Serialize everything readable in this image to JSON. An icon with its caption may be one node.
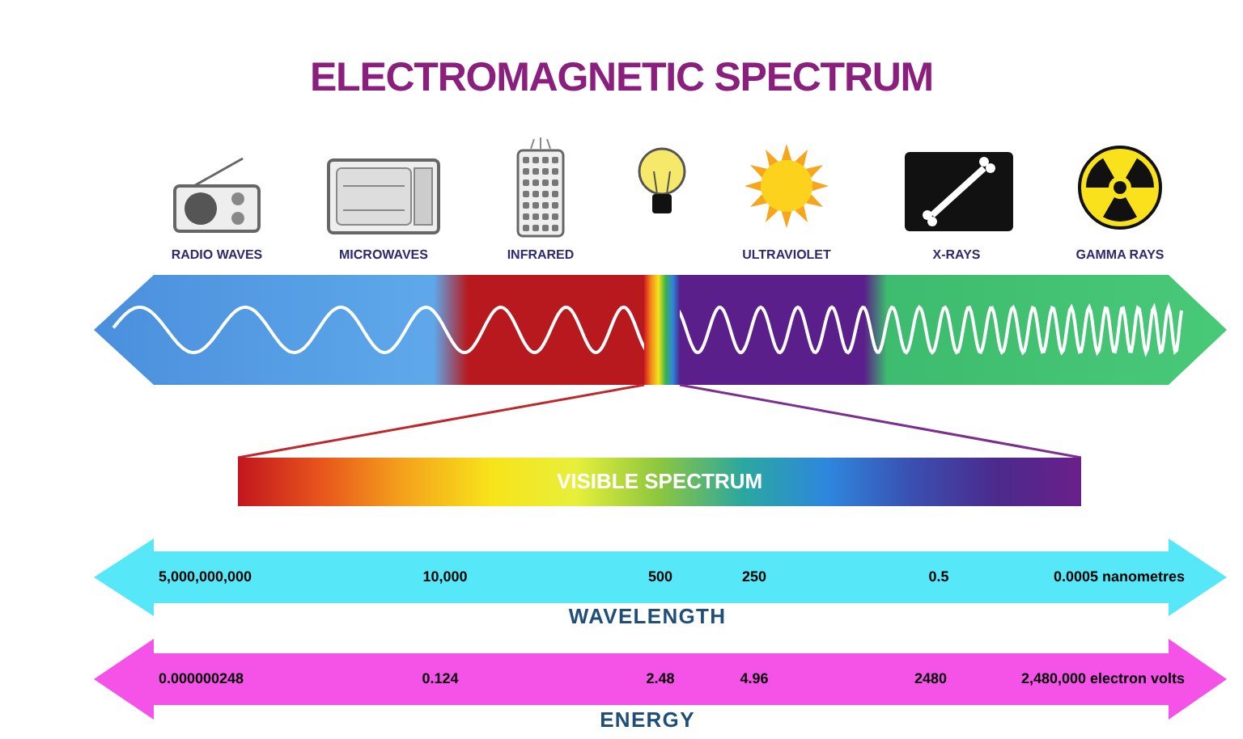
{
  "diagram": {
    "title": "ELECTROMAGNETIC SPECTRUM",
    "nodes": [
      {
        "text": [],
        "shape": "bar"
      },
      {
        "text": [
          "VISIBLE SPECTRUM"
        ]
      }
    ],
    "edges": [
      {
        "from": 0,
        "to": 1,
        "arrow": "none",
        "color": "#c0272d"
      },
      {
        "from": 0,
        "to": 1,
        "arrow": "none",
        "color": "#7b2f8e"
      }
    ],
    "labels": [
      "RADIO WAVES",
      "MICROWAVES",
      "INFRARED",
      "ULTRAVIOLET",
      "X-RAYS",
      "GAMMA RAYS",
      "5,000,000,000",
      "10,000",
      "500",
      "250",
      "0.5",
      "0.0005 nanometres",
      "WAVELENGTH",
      "0.000000248",
      "0.124",
      "2.48",
      "4.96",
      "2480",
      "2,480,000 electron volts",
      "ENERGY"
    ]
  }
}
